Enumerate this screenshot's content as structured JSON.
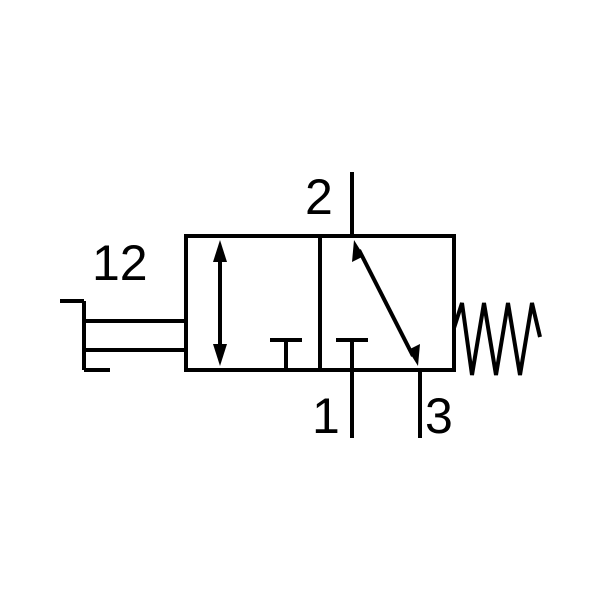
{
  "diagram": {
    "colors": {
      "stroke": "#000000",
      "background": "#ffffff"
    },
    "ports": {
      "pilot": "12",
      "outlet": "2",
      "inlet": "1",
      "exhaust": "3"
    },
    "icons": {
      "actuator": "pushbutton-actuator-icon",
      "return": "spring-return-icon",
      "flow_left": "double-arrow-icon",
      "flow_right": "diagonal-arrow-icon",
      "blocked": "blocked-port-icon"
    }
  }
}
